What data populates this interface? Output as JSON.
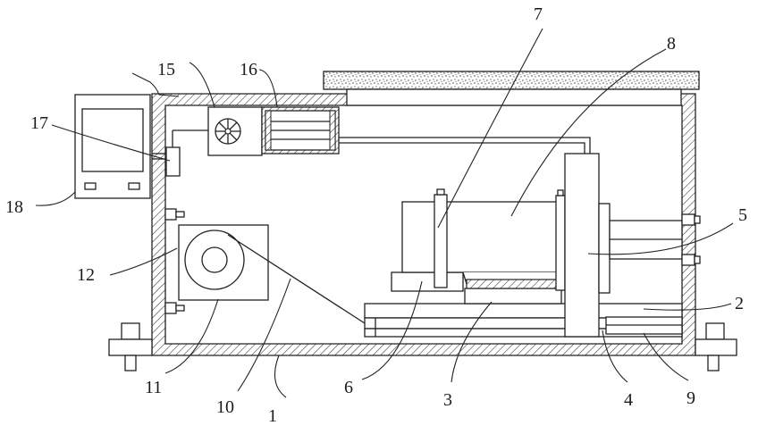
{
  "diagram": {
    "callouts": [
      {
        "id": "label-1",
        "text": "1"
      },
      {
        "id": "label-2",
        "text": "2"
      },
      {
        "id": "label-3",
        "text": "3"
      },
      {
        "id": "label-4",
        "text": "4"
      },
      {
        "id": "label-5",
        "text": "5"
      },
      {
        "id": "label-6",
        "text": "6"
      },
      {
        "id": "label-7",
        "text": "7"
      },
      {
        "id": "label-8",
        "text": "8"
      },
      {
        "id": "label-9",
        "text": "9"
      },
      {
        "id": "label-10",
        "text": "10"
      },
      {
        "id": "label-11",
        "text": "11"
      },
      {
        "id": "label-12",
        "text": "12"
      },
      {
        "id": "label-15",
        "text": "15"
      },
      {
        "id": "label-16",
        "text": "16"
      },
      {
        "id": "label-17",
        "text": "17"
      },
      {
        "id": "label-18",
        "text": "18"
      }
    ],
    "colors": {
      "line": "#222222",
      "background": "#ffffff",
      "hatch": "#333333"
    }
  }
}
